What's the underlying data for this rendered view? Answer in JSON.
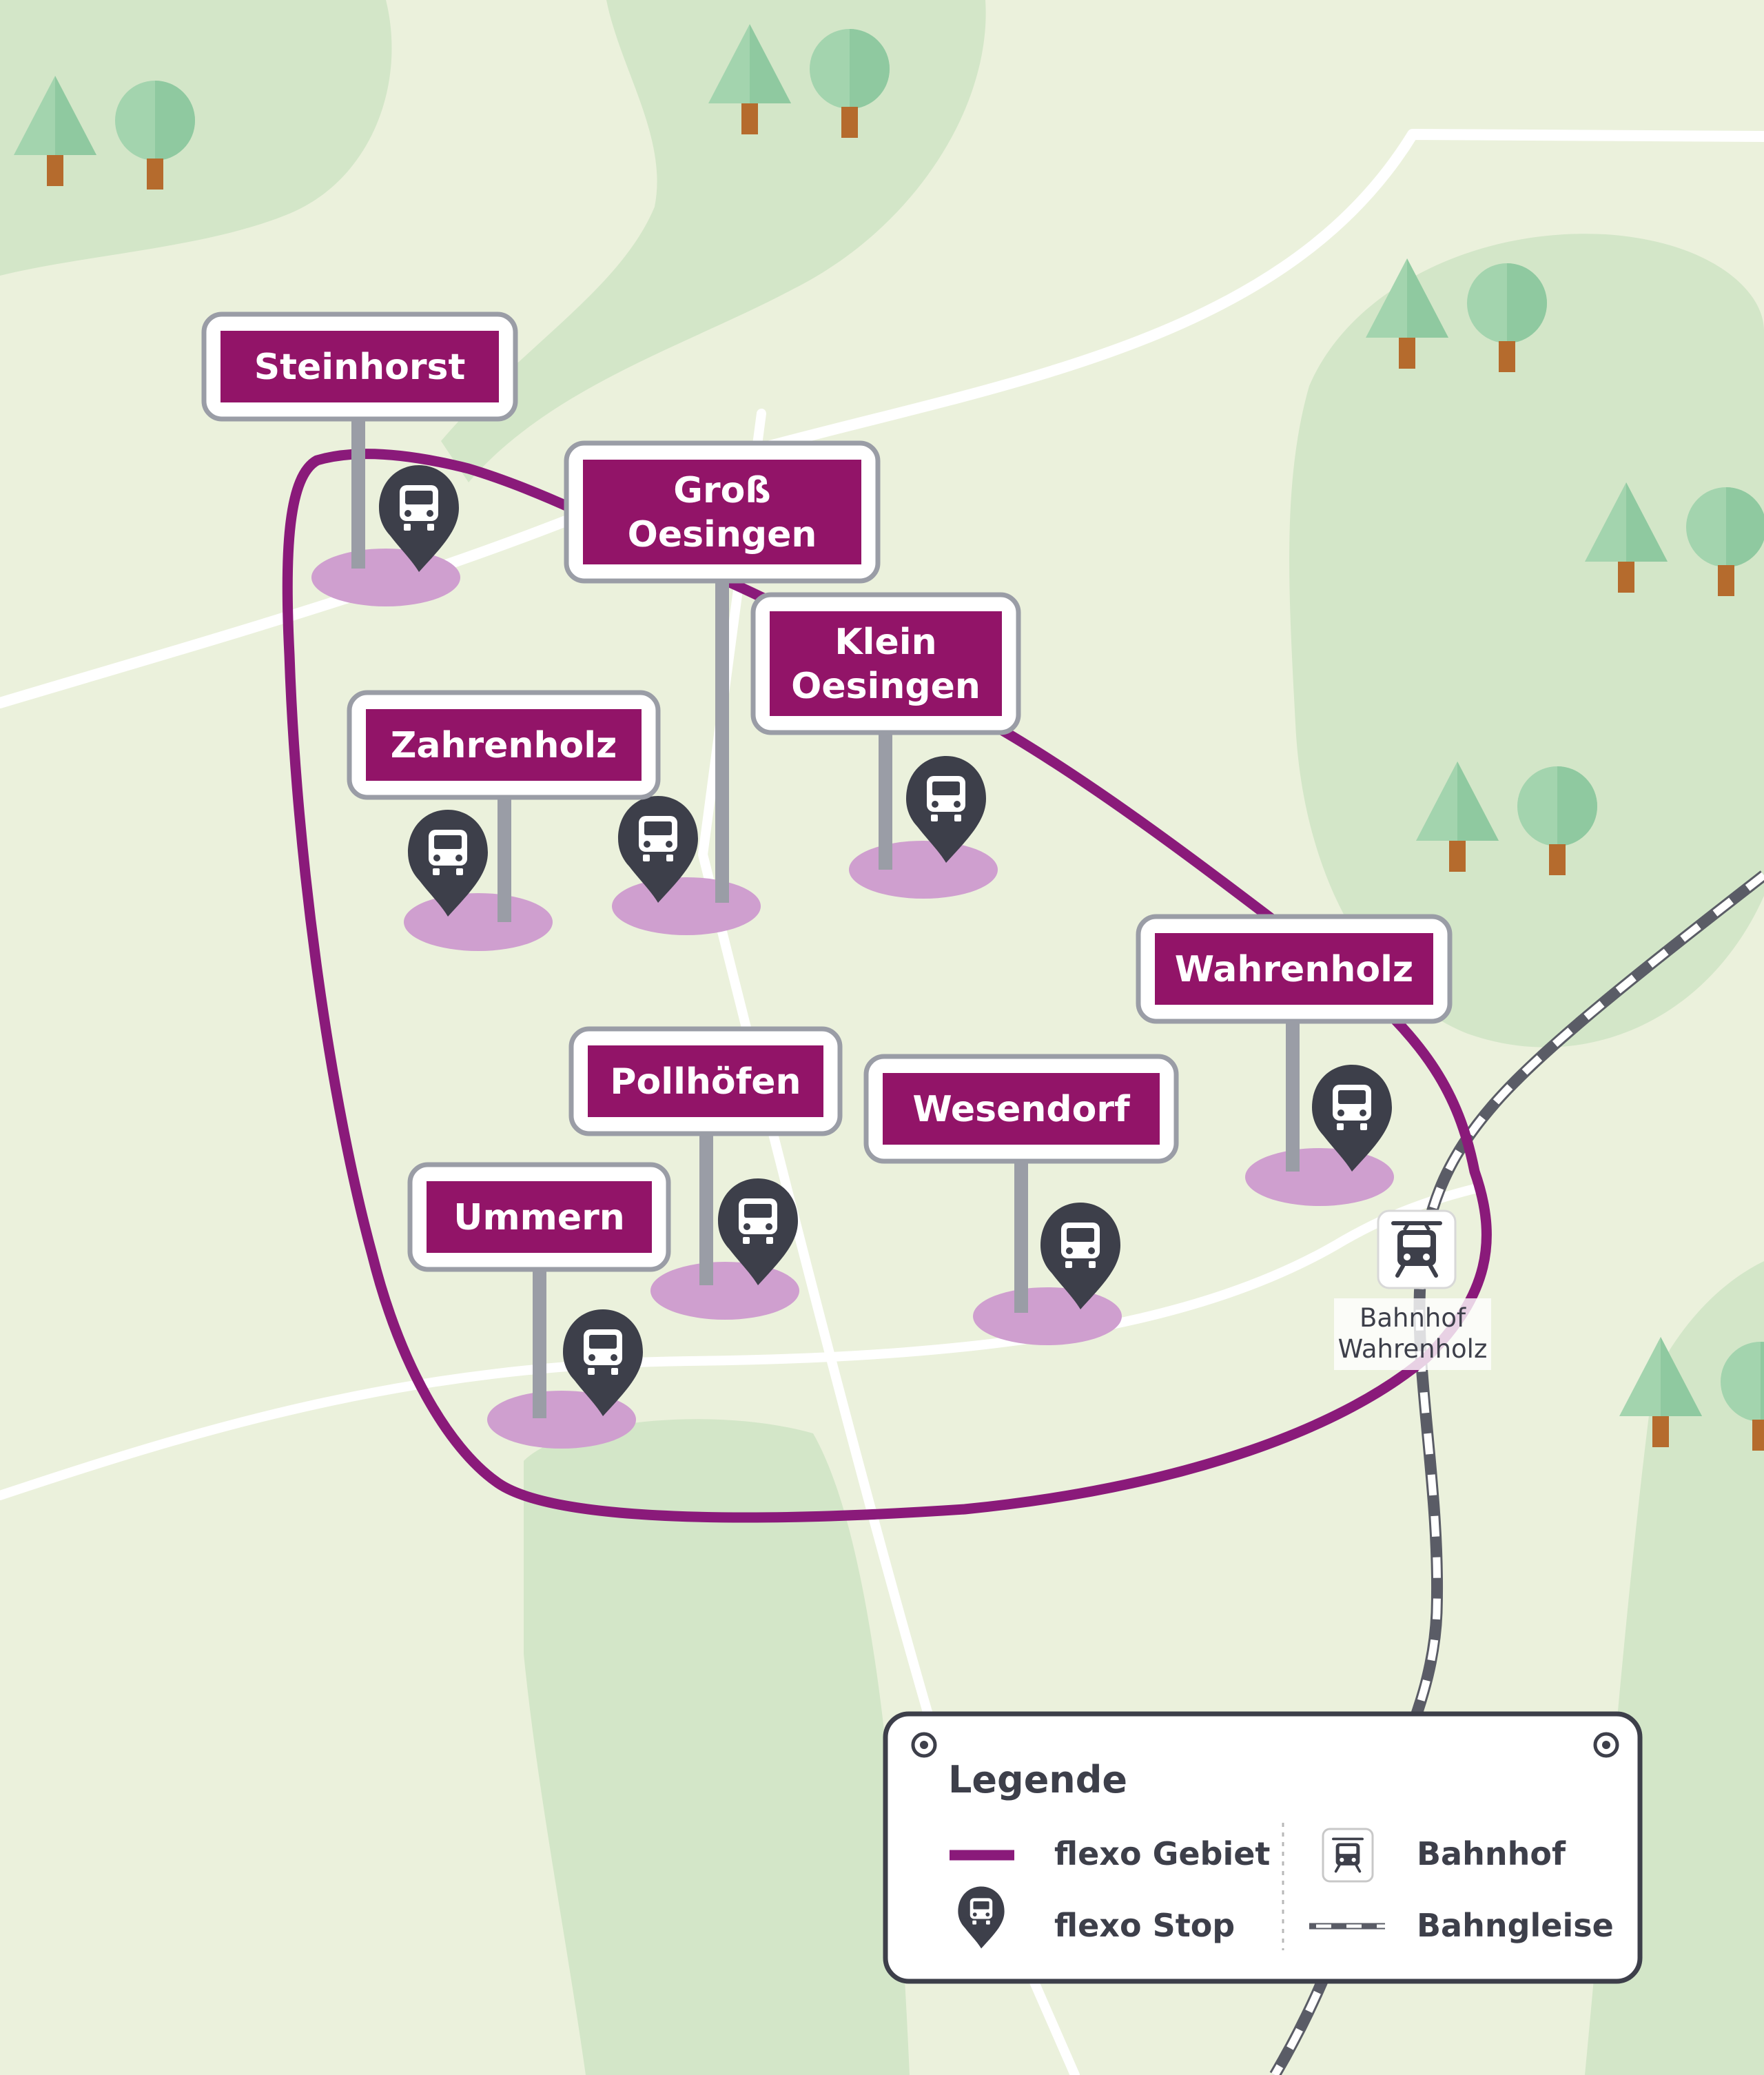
{
  "map": {
    "places": [
      {
        "id": "steinhorst",
        "lines": [
          "Steinhorst"
        ]
      },
      {
        "id": "gross-oesingen",
        "lines": [
          "Groß",
          "Oesingen"
        ]
      },
      {
        "id": "klein-oesingen",
        "lines": [
          "Klein",
          "Oesingen"
        ]
      },
      {
        "id": "zahrenholz",
        "lines": [
          "Zahrenholz"
        ]
      },
      {
        "id": "wahrenholz",
        "lines": [
          "Wahrenholz"
        ]
      },
      {
        "id": "pollhoefen",
        "lines": [
          "Pollhöfen"
        ]
      },
      {
        "id": "wesendorf",
        "lines": [
          "Wesendorf"
        ]
      },
      {
        "id": "ummern",
        "lines": [
          "Ummern"
        ]
      }
    ],
    "station": {
      "label_line1": "Bahnhof",
      "label_line2": "Wahrenholz"
    },
    "colors": {
      "flexo_area": "#8a1a7a",
      "sign_fill": "#921468",
      "stop_pin": "#3d3f4a",
      "stop_shadow": "#cf9fcf",
      "background": "#ebf1dc",
      "forest": "#d3e6c8"
    }
  },
  "legend": {
    "title": "Legende",
    "items": [
      {
        "icon": "flexo-area-line-icon",
        "label": "flexo Gebiet"
      },
      {
        "icon": "flexo-stop-pin-icon",
        "label": "flexo Stop"
      },
      {
        "icon": "train-station-icon",
        "label": "Bahnhof"
      },
      {
        "icon": "rail-track-icon",
        "label": "Bahngleise"
      }
    ]
  }
}
